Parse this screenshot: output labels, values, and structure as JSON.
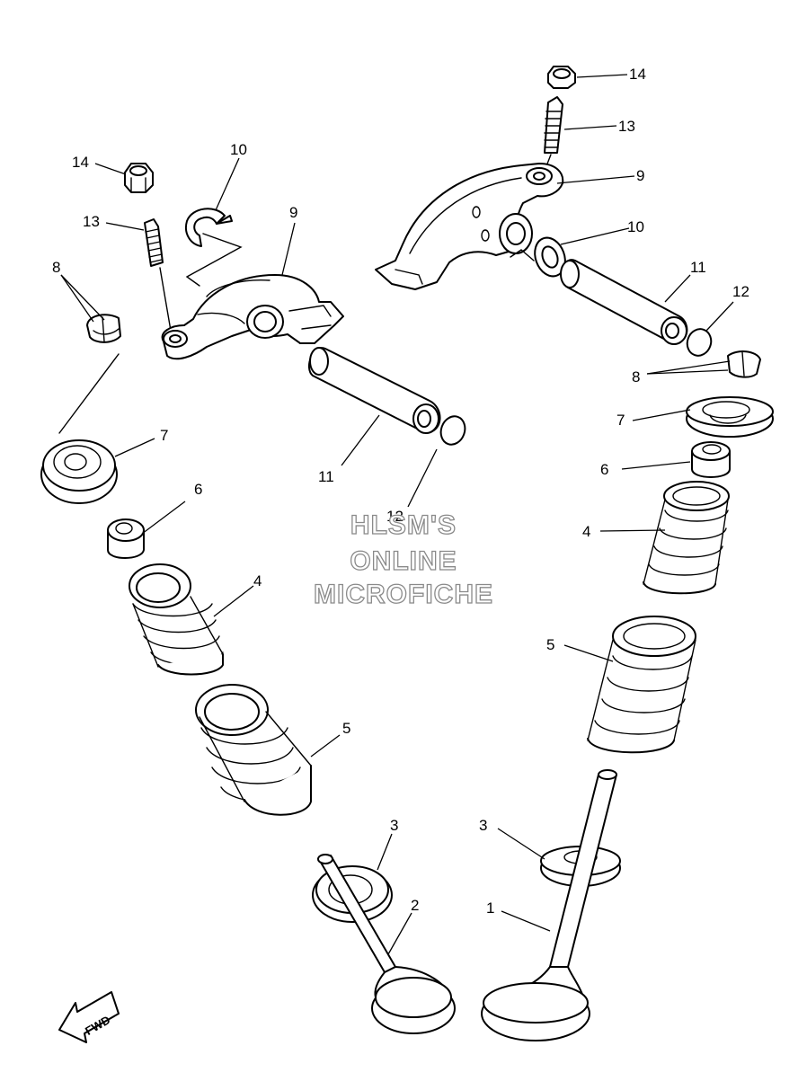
{
  "watermark": {
    "line1": "HLSM'S",
    "line2": "ONLINE",
    "line3": "MICROFICHE"
  },
  "fwd_label": "FWD",
  "callouts": {
    "c1": "1",
    "c2": "2",
    "c3a": "3",
    "c3b": "3",
    "c4a": "4",
    "c4b": "4",
    "c5a": "5",
    "c5b": "5",
    "c6a": "6",
    "c6b": "6",
    "c7a": "7",
    "c7b": "7",
    "c8a": "8",
    "c8b": "8",
    "c9a": "9",
    "c9b": "9",
    "c10a": "10",
    "c10b": "10",
    "c11a": "11",
    "c11b": "11",
    "c12a": "12",
    "c12b": "12",
    "c13a": "13",
    "c13b": "13",
    "c14a": "14",
    "c14b": "14"
  }
}
